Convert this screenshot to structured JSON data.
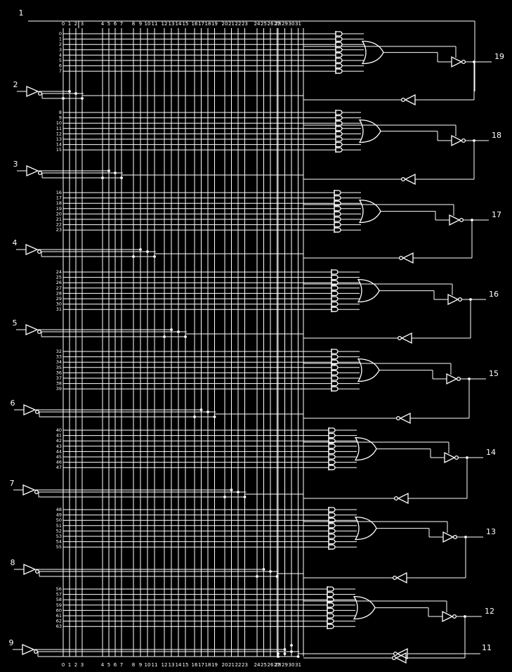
{
  "diagram": {
    "input_pins": [
      "1",
      "2",
      "3",
      "4",
      "5",
      "6",
      "7",
      "8",
      "9"
    ],
    "output_pins": [
      "19",
      "18",
      "17",
      "16",
      "15",
      "14",
      "13",
      "12",
      "11"
    ],
    "column_labels": [
      "0",
      "1",
      "2",
      "3",
      "4",
      "5",
      "6",
      "7",
      "8",
      "9",
      "10",
      "11",
      "12",
      "13",
      "14",
      "15",
      "16",
      "17",
      "18",
      "19",
      "20",
      "21",
      "22",
      "23",
      "24",
      "25",
      "26",
      "27",
      "28",
      "29",
      "30",
      "31"
    ],
    "product_term_labels": [
      [
        "0",
        "1",
        "2",
        "3",
        "4",
        "5",
        "6",
        "7"
      ],
      [
        "8",
        "9",
        "10",
        "11",
        "12",
        "13",
        "14",
        "15"
      ],
      [
        "16",
        "17",
        "18",
        "19",
        "20",
        "21",
        "22",
        "23"
      ],
      [
        "24",
        "25",
        "26",
        "27",
        "28",
        "29",
        "30",
        "31"
      ],
      [
        "32",
        "33",
        "34",
        "35",
        "36",
        "37",
        "38",
        "39"
      ],
      [
        "40",
        "41",
        "42",
        "43",
        "44",
        "45",
        "46",
        "47"
      ],
      [
        "48",
        "49",
        "50",
        "51",
        "52",
        "53",
        "54",
        "55"
      ],
      [
        "56",
        "57",
        "58",
        "59",
        "60",
        "61",
        "62",
        "63"
      ]
    ]
  }
}
